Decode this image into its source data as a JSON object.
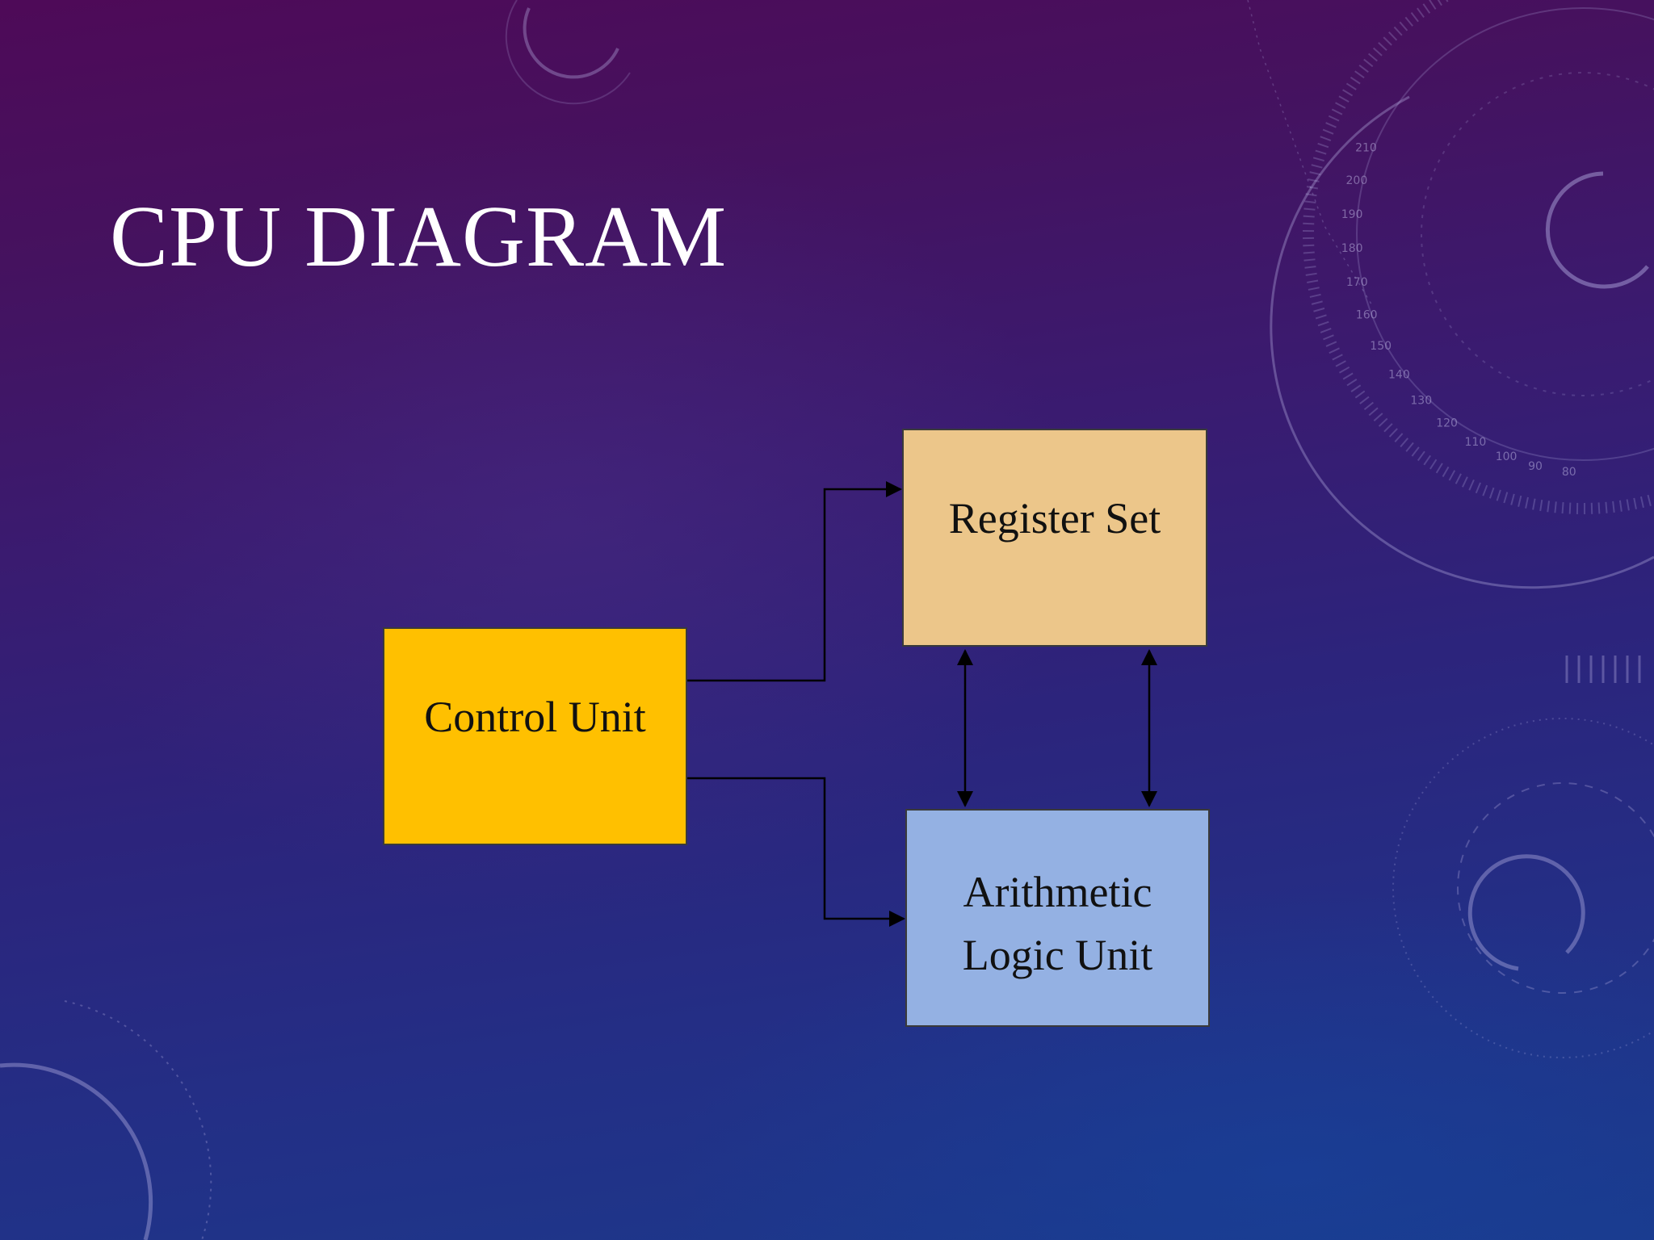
{
  "slide": {
    "title": "CPU DIAGRAM"
  },
  "diagram": {
    "nodes": {
      "control_unit": {
        "label": "Control Unit",
        "color": "#ffc000"
      },
      "register_set": {
        "label": "Register Set",
        "color": "#ecc68a"
      },
      "alu": {
        "line1": "Arithmetic",
        "line2": "Logic Unit",
        "color": "#94b1e3"
      }
    },
    "edges": [
      {
        "from": "Control Unit",
        "to": "Register Set",
        "direction": "one-way"
      },
      {
        "from": "Control Unit",
        "to": "Arithmetic Logic Unit",
        "direction": "one-way"
      },
      {
        "from": "Register Set",
        "to": "Arithmetic Logic Unit",
        "direction": "two-way"
      },
      {
        "from": "Register Set",
        "to": "Arithmetic Logic Unit",
        "direction": "two-way"
      }
    ]
  },
  "decoration": {
    "dial_numbers": [
      "210",
      "200",
      "190",
      "180",
      "170",
      "160",
      "150",
      "140",
      "130",
      "120",
      "110",
      "100",
      "90",
      "80"
    ]
  }
}
